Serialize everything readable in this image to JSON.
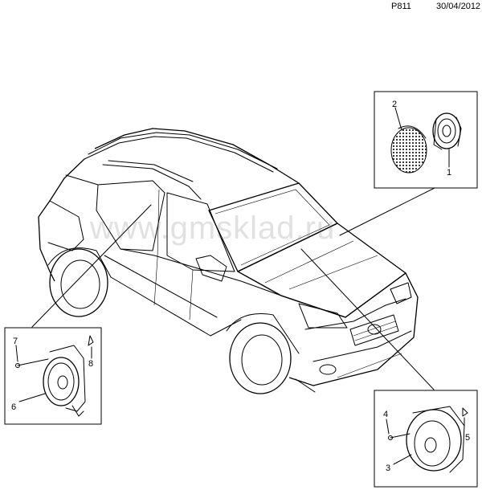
{
  "header": {
    "drawing_code": "P811",
    "date": "30/04/2012"
  },
  "watermark": "www.gmsklad.ru",
  "callouts": {
    "c1": "1",
    "c2": "2",
    "c3": "3",
    "c4": "4",
    "c5": "5",
    "c6": "6",
    "c7": "7",
    "c8": "8"
  }
}
